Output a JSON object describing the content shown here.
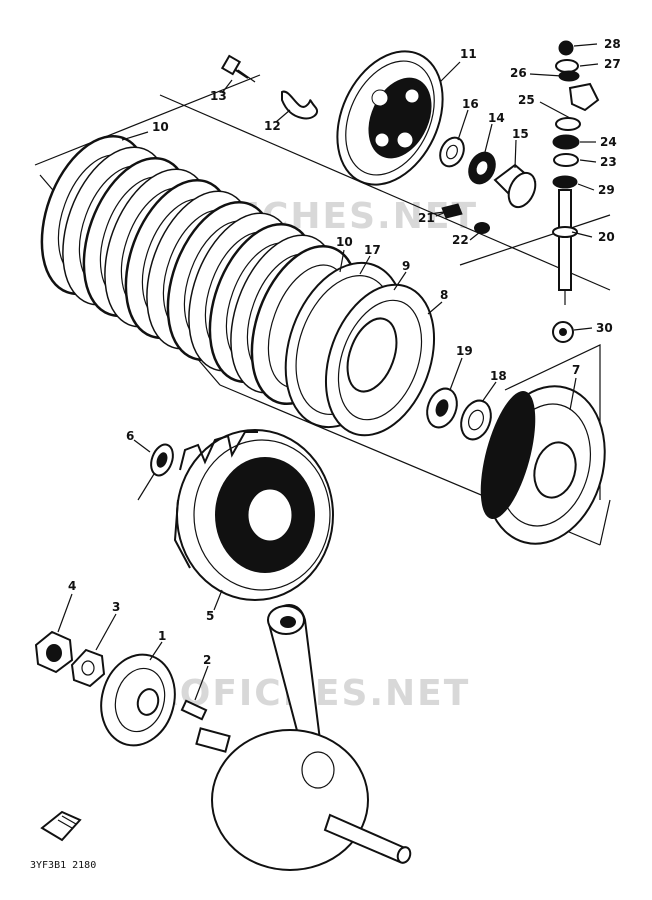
{
  "diagram": {
    "watermark_top": "FICHES.NET",
    "watermark_bottom": "ROFICHES.NET",
    "drawing_code": "3YF3B1 2180",
    "callouts": {
      "p1": "1",
      "p2": "2",
      "p3": "3",
      "p4": "4",
      "p5": "5",
      "p6": "6",
      "p7": "7",
      "p8": "8",
      "p9": "9",
      "p10a": "10",
      "p10b": "10",
      "p11": "11",
      "p12": "12",
      "p13": "13",
      "p14": "14",
      "p15": "15",
      "p16": "16",
      "p17": "17",
      "p18": "18",
      "p19": "19",
      "p20": "20",
      "p21": "21",
      "p22": "22",
      "p23": "23",
      "p24": "24",
      "p25": "25",
      "p26": "26",
      "p27": "27",
      "p28": "28",
      "p29": "29",
      "p30": "30"
    }
  }
}
